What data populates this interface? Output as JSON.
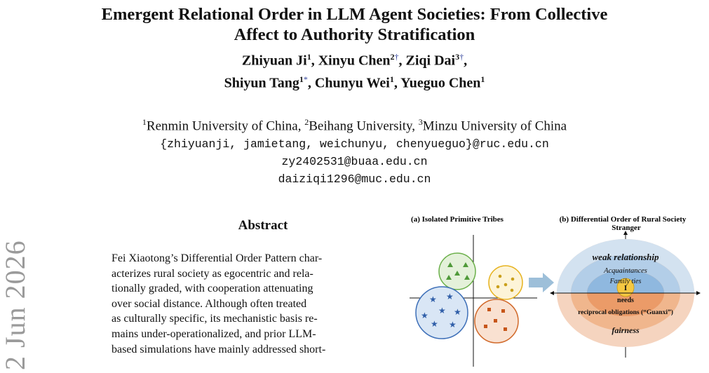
{
  "paper": {
    "title_line1": "Emergent Relational Order in LLM Agent Societies: From Collective",
    "title_line2": "Affect to Authority Stratification",
    "authors_line1": [
      {
        "name": "Zhiyuan Ji",
        "sup": "1",
        "mark": ""
      },
      {
        "name": "Xinyu Chen",
        "sup": "2",
        "mark": "†"
      },
      {
        "name": "Ziqi Dai",
        "sup": "3",
        "mark": "†"
      }
    ],
    "authors_line2": [
      {
        "name": "Shiyun Tang",
        "sup": "1",
        "mark": "*"
      },
      {
        "name": "Chunyu Wei",
        "sup": "1",
        "mark": ""
      },
      {
        "name": "Yueguo Chen",
        "sup": "1",
        "mark": ""
      }
    ],
    "affiliations": [
      {
        "sup": "1",
        "name": "Renmin University of China"
      },
      {
        "sup": "2",
        "name": "Beihang University"
      },
      {
        "sup": "3",
        "name": "Minzu University of China"
      }
    ],
    "emails": [
      "{zhiyuanji, jamietang, weichunyu, chenyueguo}@ruc.edu.cn",
      "zy2402531@buaa.edu.cn",
      "daiziqi1296@muc.edu.cn"
    ],
    "arxiv_stamp": "2 Jun 2026",
    "abstract_heading": "Abstract",
    "abstract_lines": [
      "Fei Xiaotong’s Differential Order Pattern char-",
      "acterizes rural society as egocentric and rela-",
      "tionally graded, with cooperation attenuating",
      "over social distance. Although often treated",
      "as culturally specific, its mechanistic basis re-",
      "mains under-operationalized, and prior LLM-",
      "based simulations have mainly addressed short-"
    ]
  },
  "figure": {
    "panel_a_title": "(a) Isolated Primitive Tribes",
    "panel_b_title": "(b) Differential Order of Rural Society",
    "ring_labels": {
      "outer": "Stranger",
      "weak": "weak relationship",
      "acquaint": "Acquaintances",
      "family": "Family ties",
      "center": "I",
      "needs": "needs",
      "reciprocal": "reciprocal obligations (“Guanxi”)",
      "fairness": "fairness"
    },
    "colors": {
      "green_tribe": "#6bb04a",
      "yellow_tribe": "#e6b21d",
      "blue_tribe": "#3d6fb8",
      "orange_tribe": "#d1692a",
      "arrow": "#9dbfd9"
    }
  }
}
